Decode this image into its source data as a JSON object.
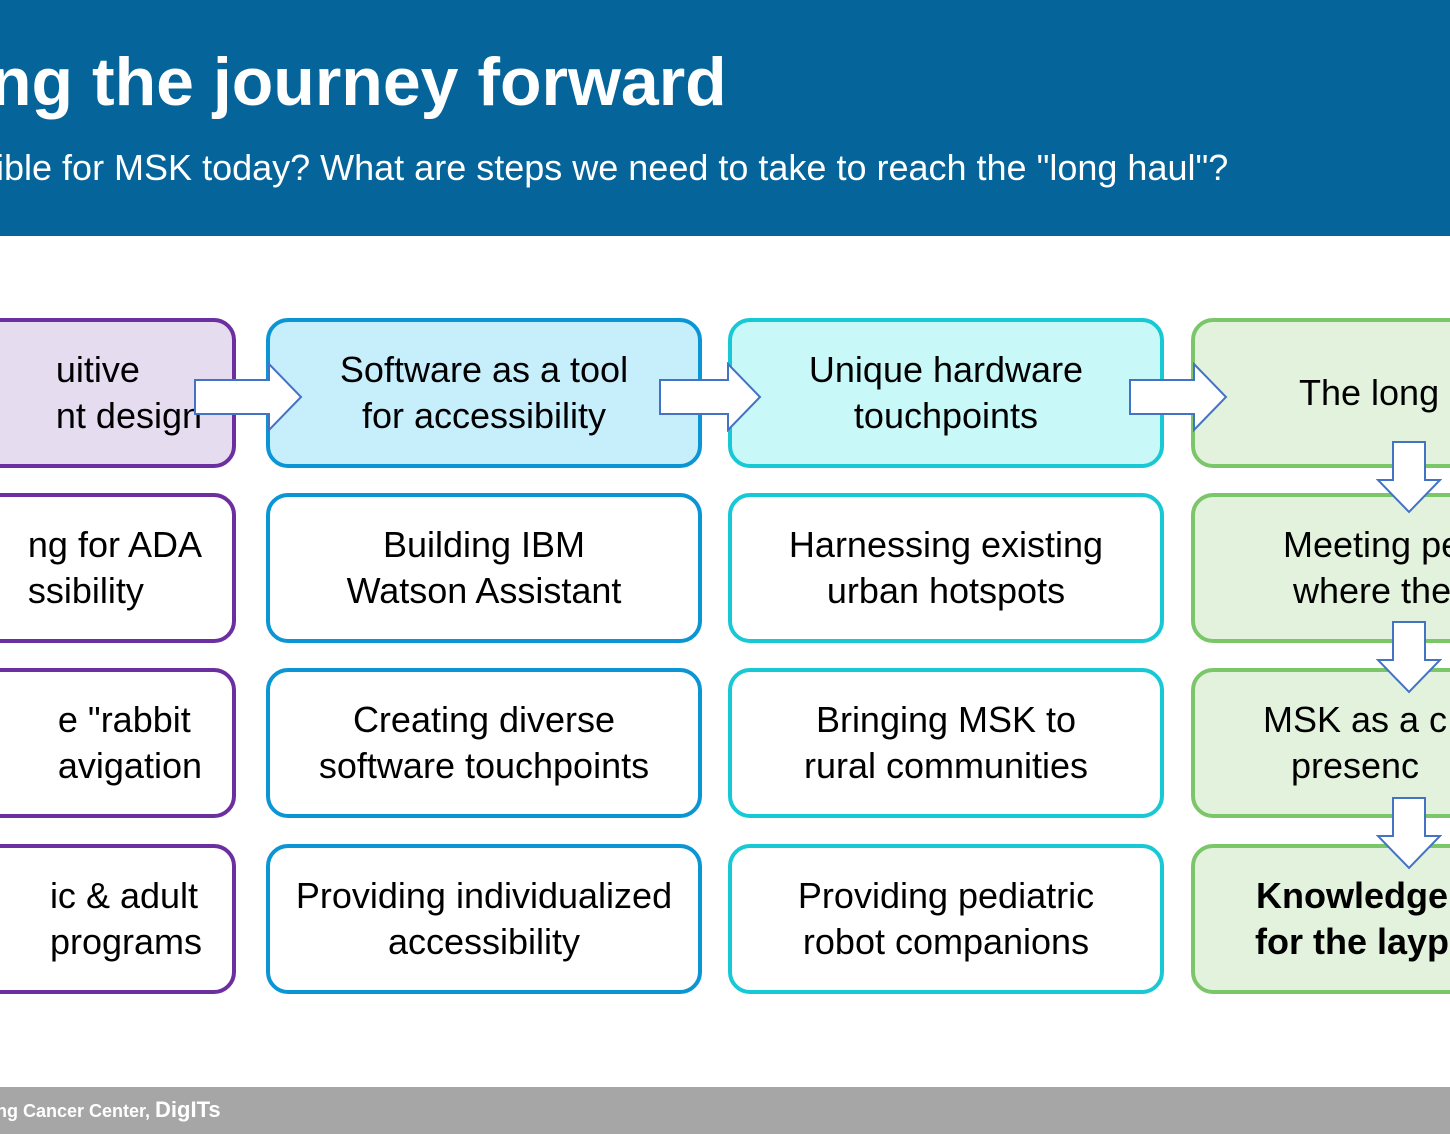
{
  "header": {
    "title": "ng the journey forward",
    "subtitle": "ible for MSK today? What are steps we need to take to reach the \"long haul\"?"
  },
  "columns": [
    {
      "head": "uitive\nnt design",
      "items": [
        "ng for ADA\nssibility",
        "e \"rabbit\navigation",
        "ic & adult\n programs"
      ]
    },
    {
      "head": "Software as a tool\nfor accessibility",
      "items": [
        "Building IBM\nWatson Assistant",
        "Creating diverse\nsoftware touchpoints",
        "Providing individualized\naccessibility"
      ]
    },
    {
      "head": "Unique hardware\ntouchpoints",
      "items": [
        "Harnessing existing\nurban hotspots",
        "Bringing MSK to\nrural communities",
        "Providing pediatric\nrobot companions"
      ]
    },
    {
      "head": "The long",
      "items": [
        "Meeting pe\nwhere the",
        "MSK as a c\npresenc",
        "Knowledge\nfor the layp"
      ]
    }
  ],
  "footer": {
    "org": "ng Cancer Center, ",
    "brand": "DigITs"
  },
  "colors": {
    "header_bg": "#05649a",
    "purple": "#6b2fa0",
    "blue": "#0b95d4",
    "cyan": "#18c8d4",
    "green": "#7cc66a",
    "footer_bg": "#a6a6a6"
  }
}
